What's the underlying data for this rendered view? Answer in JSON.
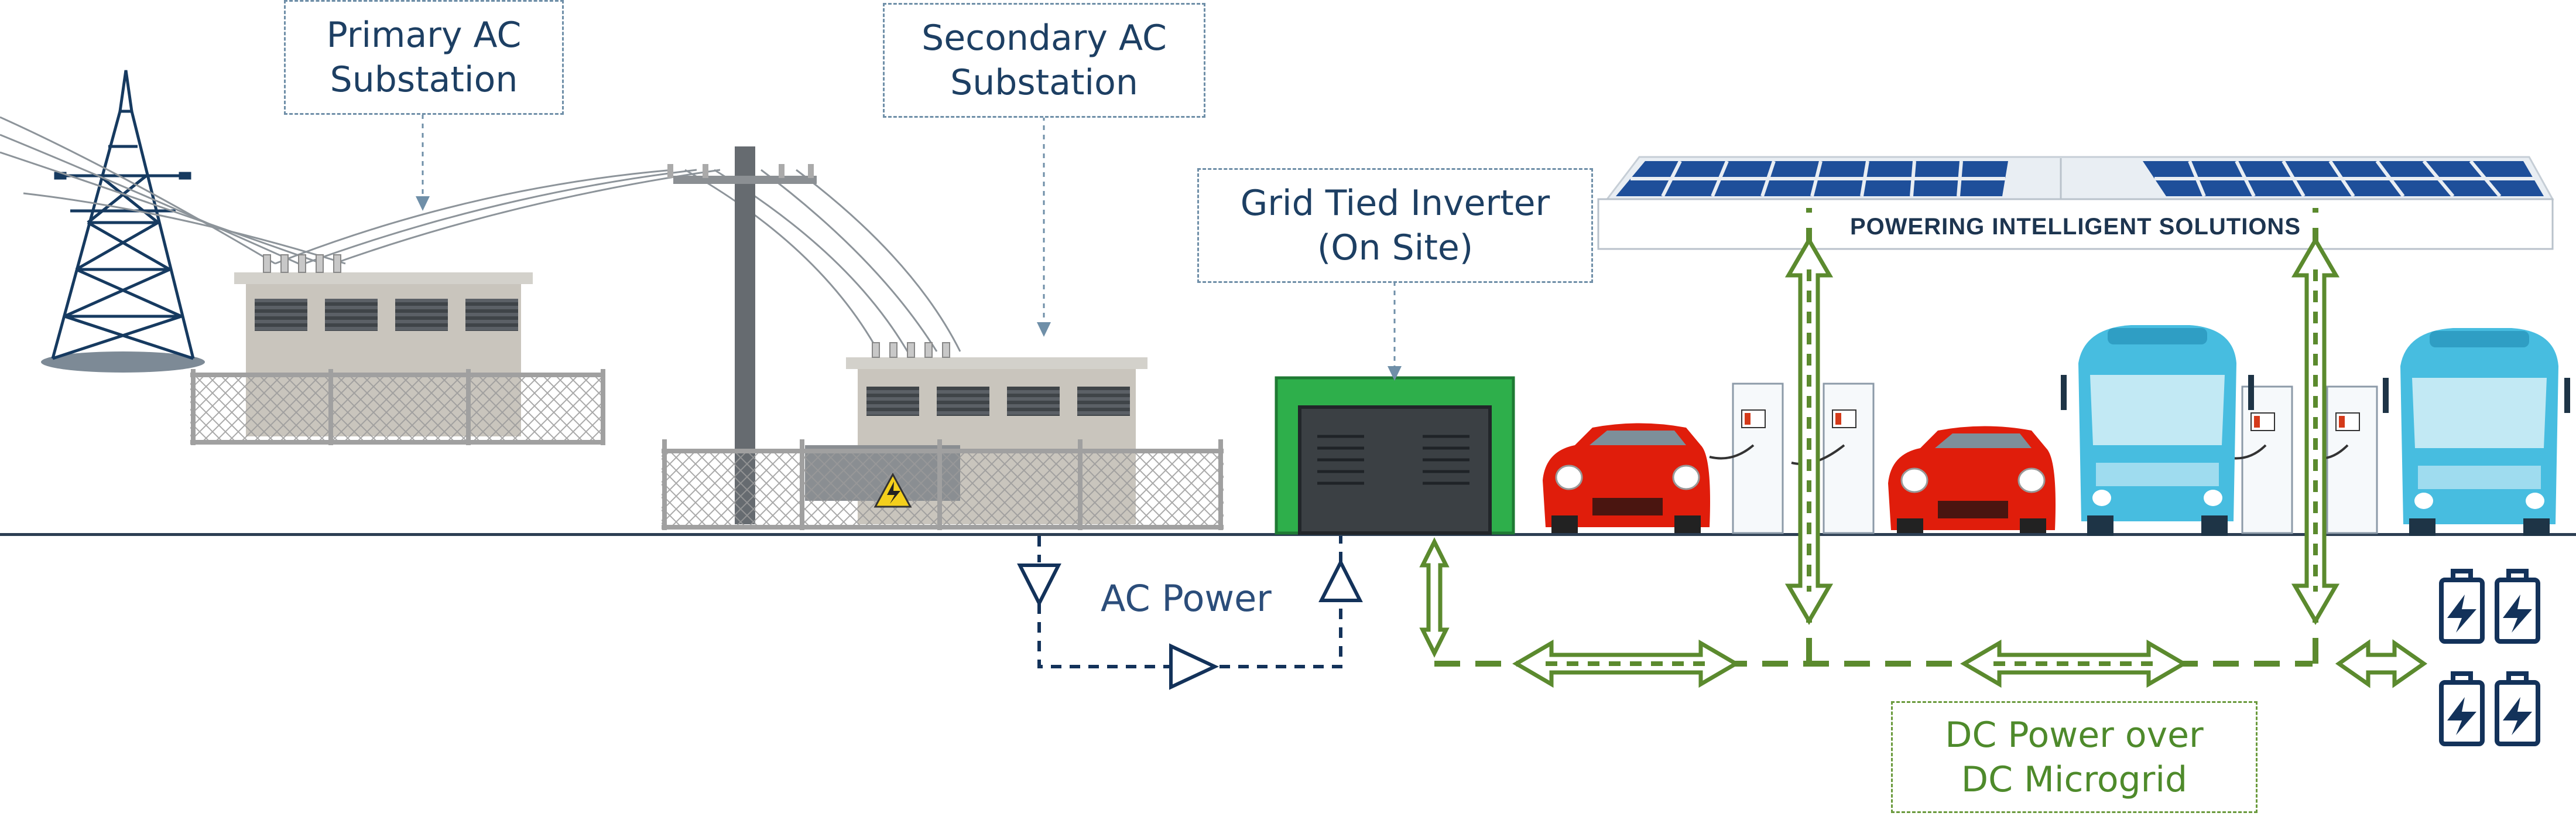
{
  "labels": {
    "primary_substation": [
      "Primary AC",
      "Substation"
    ],
    "secondary_substation": [
      "Secondary AC",
      "Substation"
    ],
    "inverter": [
      "Grid Tied Inverter",
      "(On Site)"
    ],
    "ac_power": "AC Power",
    "dc_power": [
      "DC Power over",
      "DC Microgrid"
    ]
  },
  "canopy_banner": "POWERING INTELLIGENT SOLUTIONS",
  "colors": {
    "navy": "#13325a",
    "green_flow": "#5b8a2e",
    "inverter_green": "#2eaf4b",
    "car_red": "#e01d0b",
    "bus_cyan": "#47bde0",
    "solar_blue": "#1e4f9a"
  },
  "icons": [
    "transmission-tower-icon",
    "substation-building-icon",
    "utility-pole-icon",
    "high-voltage-warning-icon",
    "inverter-cabinet-icon",
    "solar-canopy-icon",
    "ev-charger-icon",
    "car-icon",
    "bus-icon",
    "battery-pack-icon"
  ]
}
